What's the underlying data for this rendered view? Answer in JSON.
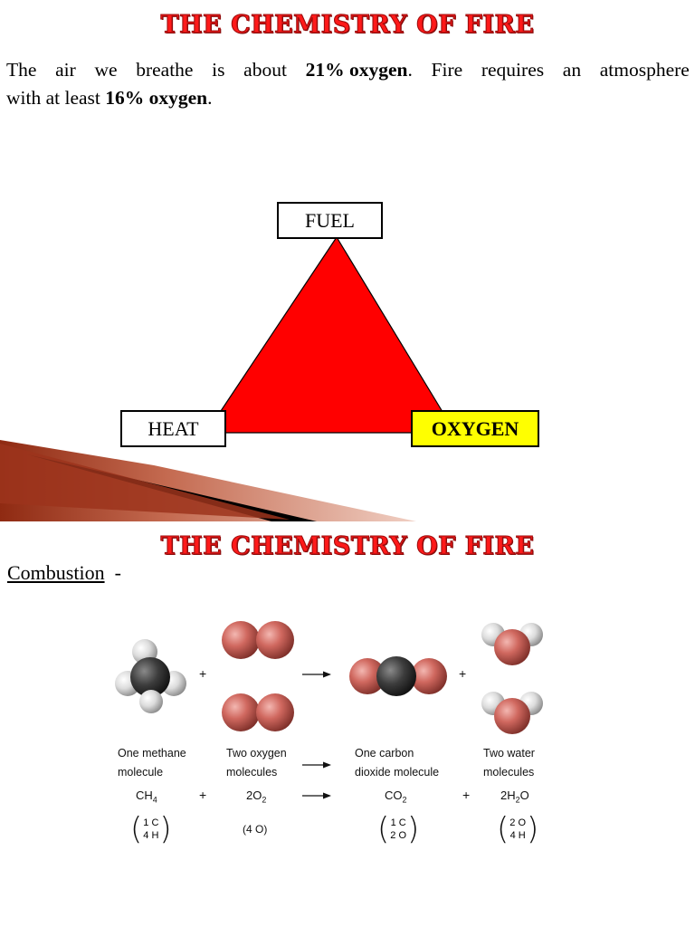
{
  "slide1": {
    "title": "THE CHEMISTRY OF FIRE",
    "intro": {
      "w1": "The",
      "w2": "air",
      "w3": "we",
      "w4": "breathe",
      "w5": "is",
      "w6": "about",
      "bold1": "21% oxygen",
      "w7": ".",
      "w8": "Fire",
      "w9": "requires",
      "w10": "an",
      "w11": "atmosphere",
      "line2_start": "with at least ",
      "bold2": "16% oxygen",
      "line2_end": "."
    },
    "triangle": {
      "top_label": "FUEL",
      "left_label": "HEAT",
      "right_label": "OXYGEN",
      "fill_color": "#ff0000",
      "oxygen_box_color": "#ffff00"
    }
  },
  "slide2": {
    "title": "THE CHEMISTRY OF FIRE",
    "combustion_label": "Combustion",
    "combustion_suffix": "  -",
    "reaction": {
      "reactant1": {
        "line1": "One methane",
        "line2": "molecule",
        "formula_main": "CH",
        "formula_sub": "4",
        "atoms": [
          "1 C",
          "4 H"
        ]
      },
      "reactant2": {
        "line1": "Two oxygen",
        "line2": "molecules",
        "formula_main": "2O",
        "formula_sub": "2",
        "atoms_text": "(4 O)"
      },
      "product1": {
        "line1": "One carbon",
        "line2": "dioxide molecule",
        "formula_main": "CO",
        "formula_sub": "2",
        "atoms": [
          "1 C",
          "2 O"
        ]
      },
      "product2": {
        "line1": "Two water",
        "line2": "molecules",
        "formula_pre": "2H",
        "formula_sub": "2",
        "formula_post": "O",
        "atoms": [
          "2 O",
          "4 H"
        ]
      },
      "plus": "+",
      "arrow": "→",
      "colors": {
        "oxygen": "#c9605a",
        "carbon": "#3a3a3a",
        "hydrogen": "#d9d9d9"
      }
    }
  }
}
